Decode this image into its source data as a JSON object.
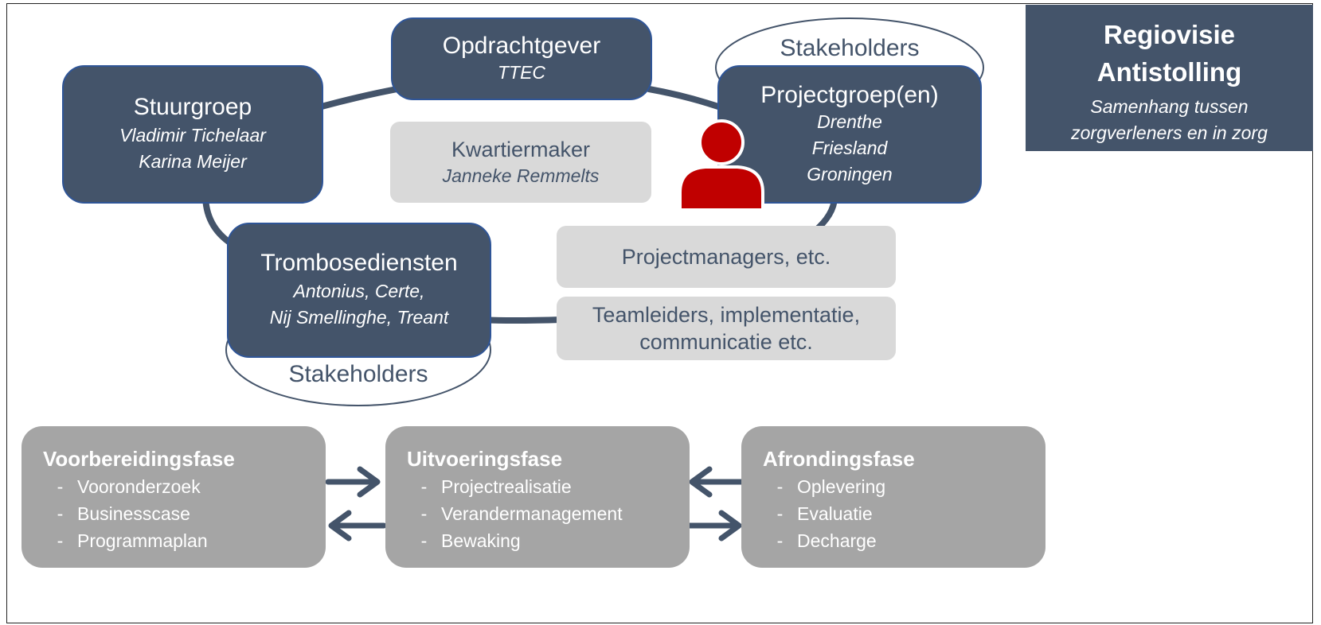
{
  "governance": {
    "opdrachtgever": {
      "title": "Opdrachtgever",
      "members": [
        "TTEC"
      ]
    },
    "stuurgroep": {
      "title": "Stuurgroep",
      "members": [
        "Vladimir Tichelaar",
        "Karina Meijer"
      ]
    },
    "kwartiermaker": {
      "title": "Kwartiermaker",
      "members": [
        "Janneke Remmelts"
      ]
    },
    "projectgroep": {
      "title": "Projectgroep(en)",
      "members": [
        "Drenthe",
        "Friesland",
        "Groningen"
      ]
    },
    "trombosediensten": {
      "title": "Trombosediensten",
      "members": [
        "Antonius, Certe,",
        "Nij Smellinghe, Treant"
      ]
    },
    "projectmanagers": {
      "title": "Projectmanagers, etc."
    },
    "teamleiders": {
      "lines": [
        "Teamleiders, implementatie,",
        "communicatie etc."
      ]
    },
    "stakeholders_top": "Stakeholders",
    "stakeholders_bottom": "Stakeholders"
  },
  "regiovisie": {
    "title_lines": [
      "Regiovisie",
      "Antistolling"
    ],
    "subtitle_lines": [
      "Samenhang tussen",
      "zorgverleners en in zorg"
    ]
  },
  "phases": [
    {
      "title": "Voorbereidingsfase",
      "items": [
        "Vooronderzoek",
        "Businesscase",
        "Programmaplan"
      ]
    },
    {
      "title": "Uitvoeringsfase",
      "items": [
        "Projectrealisatie",
        "Verandermanagement",
        "Bewaking"
      ]
    },
    {
      "title": "Afrondingsfase",
      "items": [
        "Oplevering",
        "Evaluatie",
        "Decharge"
      ]
    }
  ],
  "bullet": "-",
  "colors": {
    "dark_node": "#44546a",
    "node_border": "#2f5597",
    "light_node": "#d9d9d9",
    "phase": "#a5a5a5",
    "person": "#c00000"
  },
  "icons": {
    "person": "person-icon",
    "arrow": "arrow-icon"
  }
}
